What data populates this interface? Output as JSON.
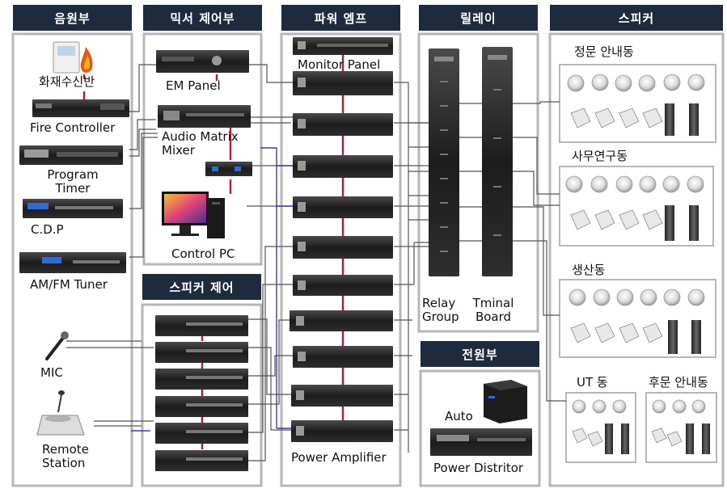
{
  "headers": {
    "source": "음원부",
    "mixer": "믹서 제어부",
    "amp": "파워 엠프",
    "relay": "릴레이",
    "speaker": "스피커",
    "speaker_ctrl": "스피커 제어",
    "power": "전원부"
  },
  "source_items": {
    "fire_panel": "화재수신반",
    "fire_controller": "Fire Controller",
    "program_timer": [
      "Program",
      "Timer"
    ],
    "cdp": "C.D.P",
    "tuner": "AM/FM Tuner",
    "mic": "MIC",
    "remote_station": [
      "Remote",
      "Station"
    ]
  },
  "mixer_items": {
    "em_panel": "EM Panel",
    "audio_matrix": [
      "Audio Matrix",
      "Mixer"
    ],
    "control_pc": "Control PC"
  },
  "amp_items": {
    "monitor_panel": "Monitor Panel",
    "power_amplifier": "Power Amplifier"
  },
  "relay_items": {
    "relay_group": [
      "Relay",
      "Group"
    ],
    "terminal_board": [
      "Tminal",
      "Board"
    ]
  },
  "power_items": {
    "auto": "Auto",
    "distributor": "Power Distritor"
  },
  "speaker_zones": {
    "main_gate": "정문 안내동",
    "office": "사무연구동",
    "production": "생산동",
    "ut": "UT 동",
    "rear_gate": "후문 안내동"
  }
}
